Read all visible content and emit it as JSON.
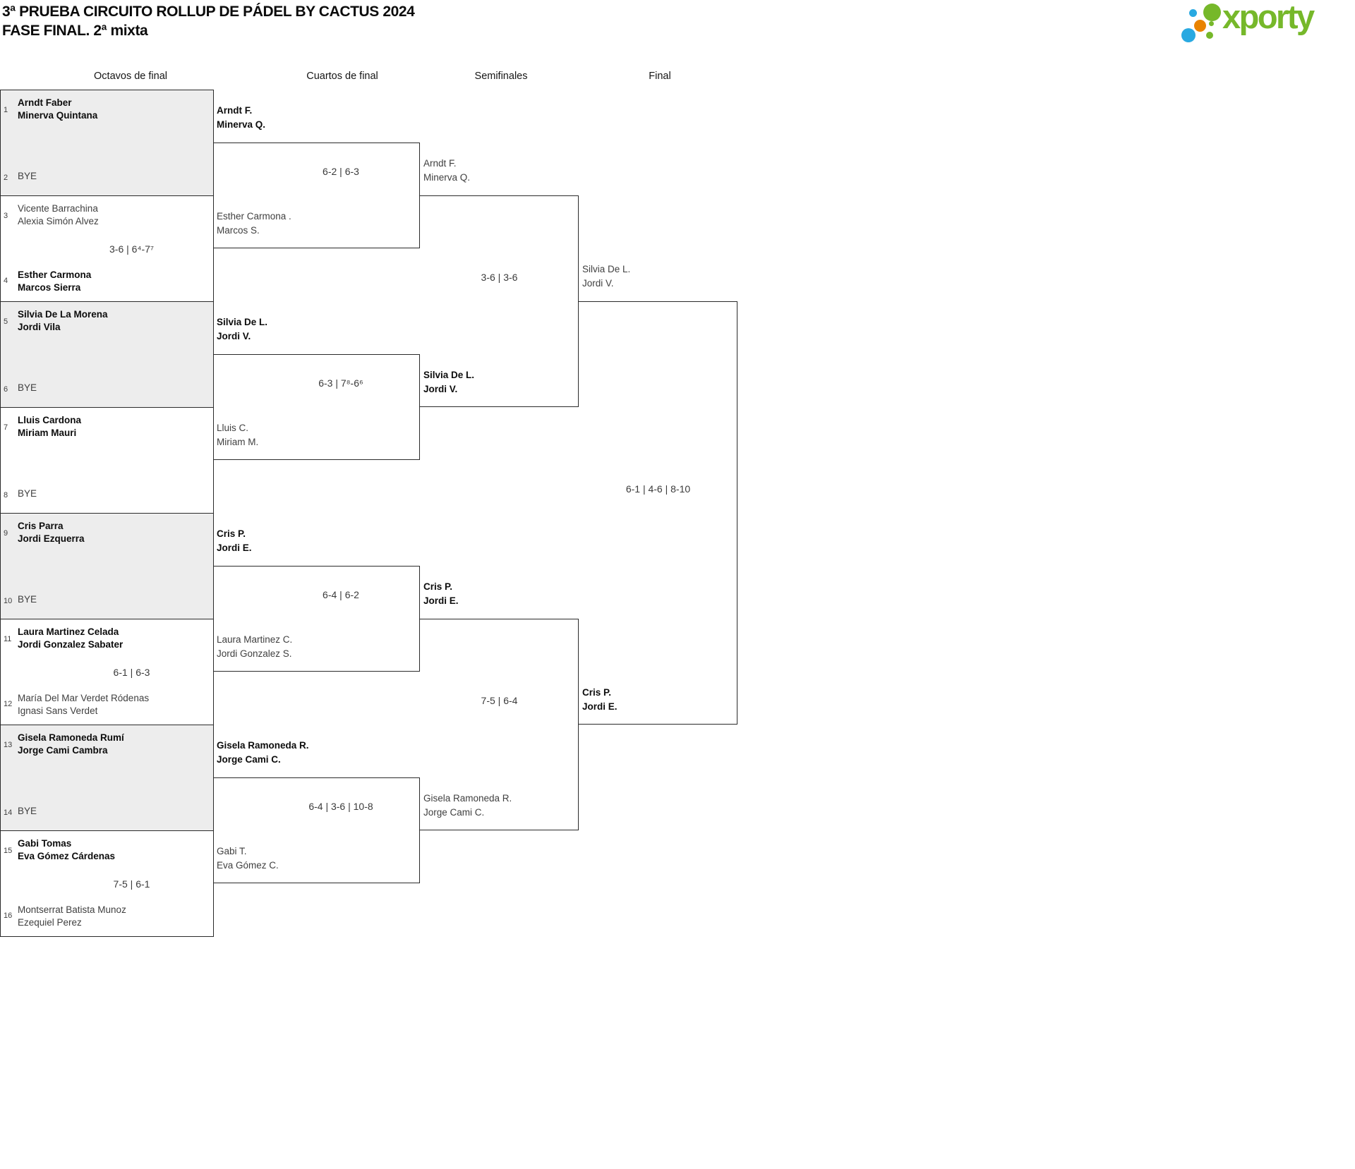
{
  "title": {
    "line1": "3ª PRUEBA CIRCUITO ROLLUP DE PÁDEL BY CACTUS 2024",
    "line2": "FASE FINAL. 2ª mixta"
  },
  "logo": {
    "text": "xporty",
    "green": "#76b82a",
    "blue": "#29a9e1",
    "orange": "#e98300"
  },
  "round_headers": {
    "octavos": "Octavos de final",
    "cuartos": "Cuartos de final",
    "semifinales": "Semifinales",
    "final": "Final"
  },
  "octavos": {
    "matches": [
      {
        "seed1": "1",
        "team1": [
          "Arndt Faber",
          "Minerva Quintana"
        ],
        "team1_winner": true,
        "seed2": "2",
        "team2": [
          "BYE"
        ],
        "team2_winner": false,
        "score": ""
      },
      {
        "seed1": "3",
        "team1": [
          "Vicente Barrachina",
          "Alexia Simón Alvez"
        ],
        "team1_winner": false,
        "seed2": "4",
        "team2": [
          "Esther Carmona",
          "Marcos Sierra"
        ],
        "team2_winner": true,
        "score": "3-6 | 6⁴-7⁷"
      },
      {
        "seed1": "5",
        "team1": [
          "Silvia De La Morena",
          "Jordi Vila"
        ],
        "team1_winner": true,
        "seed2": "6",
        "team2": [
          "BYE"
        ],
        "team2_winner": false,
        "score": ""
      },
      {
        "seed1": "7",
        "team1": [
          "Lluis Cardona",
          "Miriam Mauri"
        ],
        "team1_winner": true,
        "seed2": "8",
        "team2": [
          "BYE"
        ],
        "team2_winner": false,
        "score": ""
      },
      {
        "seed1": "9",
        "team1": [
          "Cris Parra",
          "Jordi Ezquerra"
        ],
        "team1_winner": true,
        "seed2": "10",
        "team2": [
          "BYE"
        ],
        "team2_winner": false,
        "score": ""
      },
      {
        "seed1": "11",
        "team1": [
          "Laura Martinez Celada",
          "Jordi Gonzalez Sabater"
        ],
        "team1_winner": true,
        "seed2": "12",
        "team2": [
          "María Del Mar Verdet Ródenas",
          "Ignasi Sans Verdet"
        ],
        "team2_winner": false,
        "score": "6-1 | 6-3"
      },
      {
        "seed1": "13",
        "team1": [
          "Gisela Ramoneda Rumí",
          "Jorge Cami Cambra"
        ],
        "team1_winner": true,
        "seed2": "14",
        "team2": [
          "BYE"
        ],
        "team2_winner": false,
        "score": ""
      },
      {
        "seed1": "15",
        "team1": [
          "Gabi Tomas",
          "Eva Gómez Cárdenas"
        ],
        "team1_winner": true,
        "seed2": "16",
        "team2": [
          "Montserrat Batista Munoz",
          "Ezequiel Perez"
        ],
        "team2_winner": false,
        "score": "7-5 | 6-1"
      }
    ]
  },
  "cuartos": {
    "matches": [
      {
        "top": [
          "Arndt F.",
          "Minerva Q."
        ],
        "top_winner": true,
        "bottom": [
          "Esther Carmona .",
          "Marcos S."
        ],
        "bottom_winner": false,
        "score": "6-2 | 6-3"
      },
      {
        "top": [
          "Silvia De L.",
          "Jordi V."
        ],
        "top_winner": true,
        "bottom": [
          "Lluis C.",
          "Miriam M."
        ],
        "bottom_winner": false,
        "score": "6-3 | 7⁸-6⁶"
      },
      {
        "top": [
          "Cris P.",
          "Jordi E."
        ],
        "top_winner": true,
        "bottom": [
          "Laura Martinez C.",
          "Jordi Gonzalez S."
        ],
        "bottom_winner": false,
        "score": "6-4 | 6-2"
      },
      {
        "top": [
          "Gisela Ramoneda R.",
          "Jorge Cami C."
        ],
        "top_winner": true,
        "bottom": [
          "Gabi T.",
          "Eva Gómez C."
        ],
        "bottom_winner": false,
        "score": "6-4 | 3-6 | 10-8"
      }
    ]
  },
  "semifinales": {
    "matches": [
      {
        "top": [
          "Arndt F.",
          "Minerva Q."
        ],
        "top_winner": false,
        "bottom": [
          "Silvia De L.",
          "Jordi V."
        ],
        "bottom_winner": true,
        "score": "3-6 | 3-6"
      },
      {
        "top": [
          "Cris P.",
          "Jordi E."
        ],
        "top_winner": true,
        "bottom": [
          "Gisela Ramoneda R.",
          "Jorge Cami C."
        ],
        "bottom_winner": false,
        "score": "7-5 | 6-4"
      }
    ]
  },
  "final": {
    "top": [
      "Silvia De L.",
      "Jordi V."
    ],
    "top_winner": false,
    "bottom": [
      "Cris P.",
      "Jordi E."
    ],
    "bottom_winner": true,
    "score": "6-1 | 4-6 | 8-10"
  }
}
